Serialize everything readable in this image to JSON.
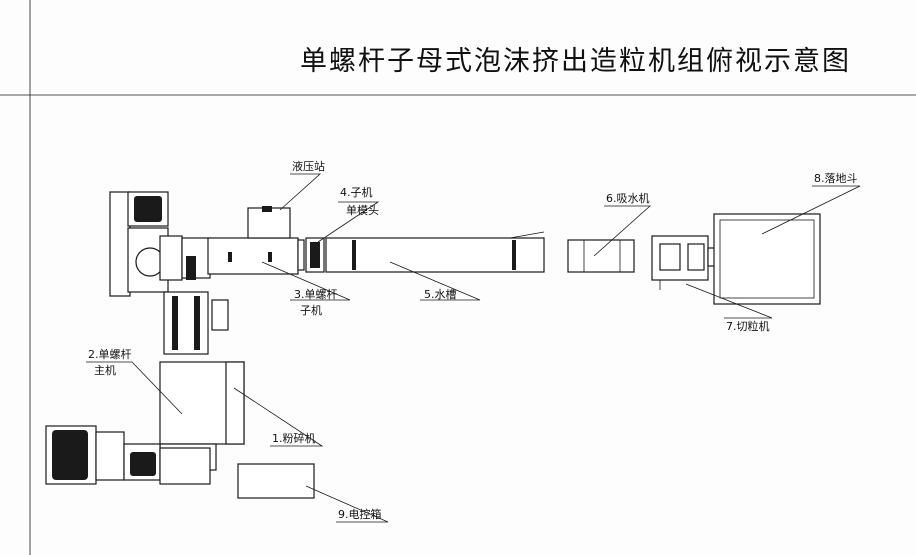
{
  "title": "单螺杆子母式泡沫挤出造粒机组俯视示意图",
  "labels": {
    "hydraulic": "液压站",
    "sub_head_1": "4.子机",
    "sub_head_2": "单模头",
    "sub_extruder_1": "3.单螺杆",
    "sub_extruder_2": "子机",
    "water_tank": "5.水槽",
    "dewater": "6.吸水机",
    "hopper": "8.落地斗",
    "pelletizer": "7.切粒机",
    "main_extruder_1": "2.单螺杆",
    "main_extruder_2": "主机",
    "crusher": "1.粉碎机",
    "control_box": "9.电控箱"
  }
}
